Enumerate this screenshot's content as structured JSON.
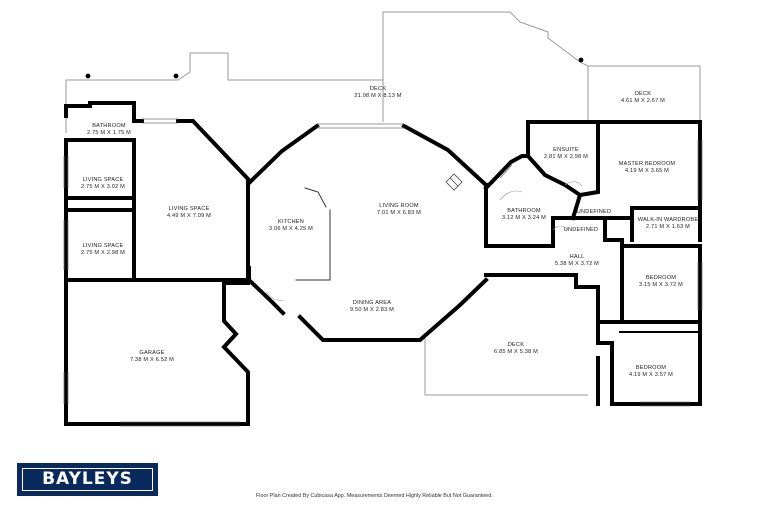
{
  "rooms": [
    {
      "id": "deck-main",
      "name": "DECK",
      "dims": "21.08 M X 8.13 M"
    },
    {
      "id": "deck-master",
      "name": "DECK",
      "dims": "4.61 M X 2.67 M"
    },
    {
      "id": "bathroom-left",
      "name": "BATHROOM",
      "dims": "2.75 M X 1.75 M"
    },
    {
      "id": "living-space-1",
      "name": "LIVING SPACE",
      "dims": "2.75 M X 3.02 M"
    },
    {
      "id": "living-space-2",
      "name": "LIVING SPACE",
      "dims": "2.75 M X 2.98 M"
    },
    {
      "id": "living-space-main",
      "name": "LIVING SPACE",
      "dims": "4.49 M X 7.09 M"
    },
    {
      "id": "kitchen",
      "name": "KITCHEN",
      "dims": "3.06 M X 4.25 M"
    },
    {
      "id": "living-room",
      "name": "LIVING ROOM",
      "dims": "7.01 M X 6.83 M"
    },
    {
      "id": "ensuite",
      "name": "ENSUITE",
      "dims": "2.81 M X 2.98 M"
    },
    {
      "id": "master-bedroom",
      "name": "MASTER BEDROOM",
      "dims": "4.19 M X 3.65 M"
    },
    {
      "id": "bathroom-right",
      "name": "BATHROOM",
      "dims": "3.12 M X 3.24 M"
    },
    {
      "id": "undefined-1",
      "name": "UNDEFINED",
      "dims": ""
    },
    {
      "id": "walk-in-wardrobe",
      "name": "WALK-IN WARDROBE",
      "dims": "2.71 M X 1.63 M"
    },
    {
      "id": "undefined-2",
      "name": "UNDEFINED",
      "dims": ""
    },
    {
      "id": "hall",
      "name": "HALL",
      "dims": "5.38 M X 3.72 M"
    },
    {
      "id": "bedroom-1",
      "name": "BEDROOM",
      "dims": "3.15 M X 3.72 M"
    },
    {
      "id": "dining-area",
      "name": "DINING AREA",
      "dims": "9.50 M X 2.83 M"
    },
    {
      "id": "garage",
      "name": "GARAGE",
      "dims": "7.38 M X 6.52 M"
    },
    {
      "id": "deck-lower",
      "name": "DECK",
      "dims": "6.85 M X 5.38 M"
    },
    {
      "id": "bedroom-2",
      "name": "BEDROOM",
      "dims": "4.19 M X 3.57 M"
    }
  ],
  "branding": {
    "logo_text": "BAYLEYS"
  },
  "footer": {
    "credit": "Floor Plan Created By Cubicasa App. Measurements Deemed Highly Reliable But Not Guaranteed."
  },
  "colors": {
    "wall": "#000000",
    "logo_bg": "#0a2a5e"
  }
}
